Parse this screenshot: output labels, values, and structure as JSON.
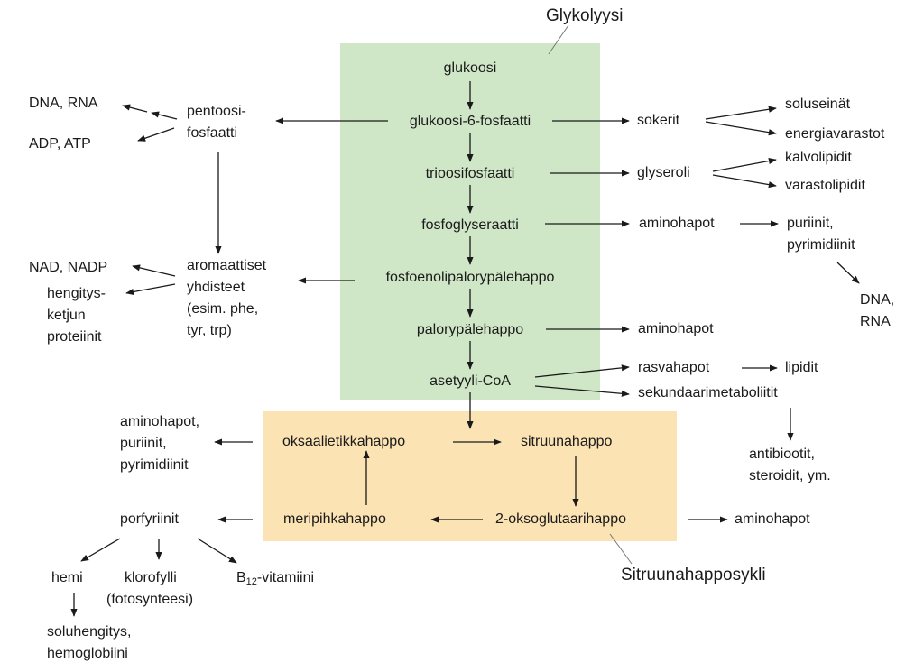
{
  "colors": {
    "glycolysis_bg": "#cfe6c7",
    "citric_cycle_bg": "#fbe3b3",
    "arrow": "#1a1a1a"
  },
  "titles": {
    "glycolysis": "Glykolyysi",
    "citric_cycle": "Sitruunahapposykli"
  },
  "glycolysis": {
    "glucose": "glukoosi",
    "glucose6p": "glukoosi-6-fosfaatti",
    "triosephosphate": "trioosifosfaatti",
    "phosphoglycerate": "fosfoglyseraatti",
    "pep": "fosfoenolipalorypälehappo",
    "pyruvate": "palorypälehappo",
    "acetylcoa": "asetyyli-CoA"
  },
  "citric_cycle": {
    "oxaloacetate": "oksaalietikkahappo",
    "citrate": "sitruunahappo",
    "oxoglutarate": "2-oksoglutaarihappo",
    "succinate": "meripihkahappo"
  },
  "products": {
    "dna_rna_left": "DNA, RNA",
    "adp_atp": "ADP, ATP",
    "pentose_1": "pentoosi-",
    "pentose_2": "fosfaatti",
    "aromatic_1": "aromaattiset",
    "aromatic_2": "yhdisteet",
    "aromatic_3": "(esim. phe,",
    "aromatic_4": "tyr, trp)",
    "nad_nadp": "NAD, NADP",
    "resp_1": "hengitys-",
    "resp_2": "ketjun",
    "resp_3": "proteiinit",
    "sugars": "sokerit",
    "cell_walls": "soluseinät",
    "energy_stores": "energiavarastot",
    "glycerol": "glyseroli",
    "membrane_lipids": "kalvolipidit",
    "storage_lipids": "varastolipidit",
    "amino_acids_1": "aminohapot",
    "purines_1": "puriinit,",
    "pyrimidines_1": "pyrimidiinit",
    "dna_right_1": "DNA,",
    "dna_right_2": "RNA",
    "amino_acids_2": "aminohapot",
    "fatty_acids": "rasvahapot",
    "lipids": "lipidit",
    "secondary_metabolites": "sekundaarimetaboliitit",
    "antibiotics": "antibiootit,",
    "steroids": "steroidit, ym.",
    "amino_left_1": "aminohapot,",
    "amino_left_2": "puriinit,",
    "amino_left_3": "pyrimidiinit",
    "porphyrins": "porfyriinit",
    "amino_acids_3": "aminohapot",
    "heme": "hemi",
    "chlorophyll_1": "klorofylli",
    "chlorophyll_2": "(fotosynteesi)",
    "b12_b": "B",
    "b12_sub": "12",
    "b12_rest": "-vitamiini",
    "cell_resp_1": "soluhengitys,",
    "cell_resp_2": "hemoglobiini"
  }
}
